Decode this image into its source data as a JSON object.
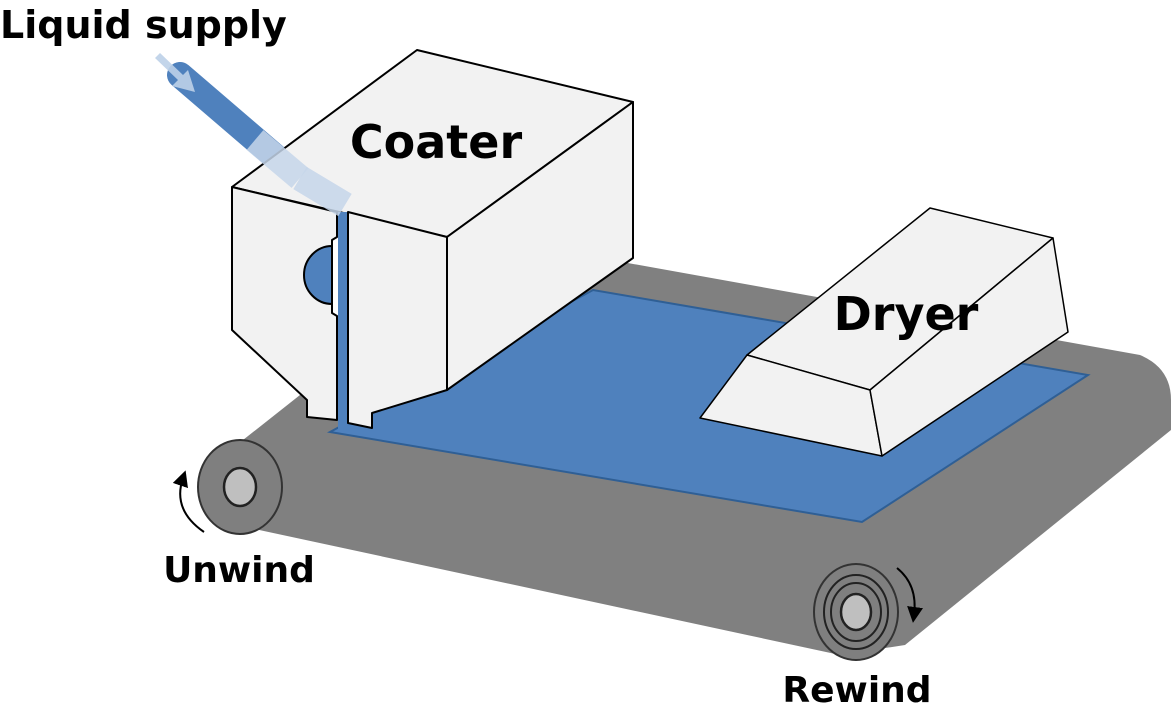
{
  "labels": {
    "liquid_supply": "Liquid supply",
    "coater": "Coater",
    "dryer": "Dryer",
    "unwind": "Unwind",
    "rewind": "Rewind"
  },
  "colors": {
    "coating_blue": "#4f81bd",
    "belt_gray": "#808080",
    "box_fill": "#f2f2f2",
    "roller_core": "#bfbfbf"
  }
}
